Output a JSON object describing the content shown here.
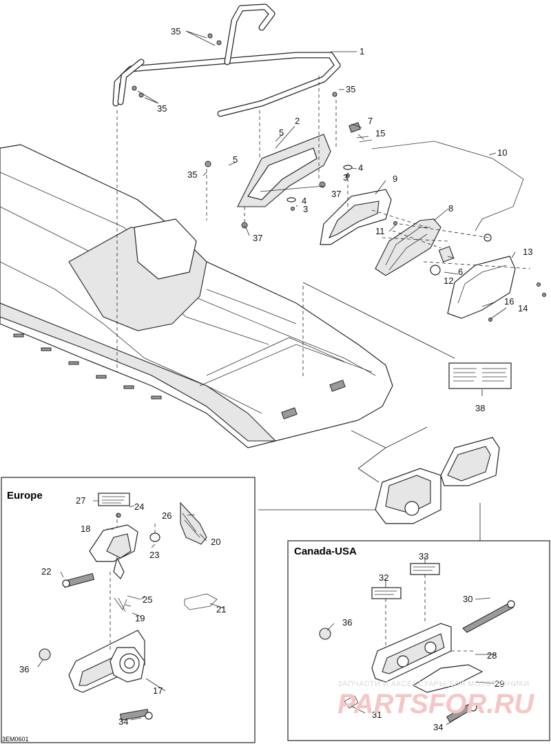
{
  "diagram": {
    "drawing_code": "3EM0601",
    "regions": [
      {
        "id": "europe",
        "title": "Europe"
      },
      {
        "id": "canada_usa",
        "title": "Canada-USA"
      }
    ],
    "callouts": [
      {
        "id": "c1",
        "label": "1"
      },
      {
        "id": "c2",
        "label": "2"
      },
      {
        "id": "c3a",
        "label": "3"
      },
      {
        "id": "c3b",
        "label": "3"
      },
      {
        "id": "c4a",
        "label": "4"
      },
      {
        "id": "c4b",
        "label": "4"
      },
      {
        "id": "c5a",
        "label": "5"
      },
      {
        "id": "c5b",
        "label": "5"
      },
      {
        "id": "c6",
        "label": "6"
      },
      {
        "id": "c7",
        "label": "7"
      },
      {
        "id": "c8",
        "label": "8"
      },
      {
        "id": "c9",
        "label": "9"
      },
      {
        "id": "c10",
        "label": "10"
      },
      {
        "id": "c11",
        "label": "11"
      },
      {
        "id": "c12",
        "label": "12"
      },
      {
        "id": "c13",
        "label": "13"
      },
      {
        "id": "c14",
        "label": "14"
      },
      {
        "id": "c15",
        "label": "15"
      },
      {
        "id": "c16",
        "label": "16"
      },
      {
        "id": "c17",
        "label": "17"
      },
      {
        "id": "c18",
        "label": "18"
      },
      {
        "id": "c19",
        "label": "19"
      },
      {
        "id": "c20",
        "label": "20"
      },
      {
        "id": "c21",
        "label": "21"
      },
      {
        "id": "c22",
        "label": "22"
      },
      {
        "id": "c23",
        "label": "23"
      },
      {
        "id": "c24",
        "label": "24"
      },
      {
        "id": "c25",
        "label": "25"
      },
      {
        "id": "c26",
        "label": "26"
      },
      {
        "id": "c27",
        "label": "27"
      },
      {
        "id": "c28",
        "label": "28"
      },
      {
        "id": "c29",
        "label": "29"
      },
      {
        "id": "c30",
        "label": "30"
      },
      {
        "id": "c31",
        "label": "31"
      },
      {
        "id": "c32",
        "label": "32"
      },
      {
        "id": "c33",
        "label": "33"
      },
      {
        "id": "c34a",
        "label": "34"
      },
      {
        "id": "c34b",
        "label": "34"
      },
      {
        "id": "c35a",
        "label": "35"
      },
      {
        "id": "c35b",
        "label": "35"
      },
      {
        "id": "c35c",
        "label": "35"
      },
      {
        "id": "c35d",
        "label": "35"
      },
      {
        "id": "c36a",
        "label": "36"
      },
      {
        "id": "c36b",
        "label": "36"
      },
      {
        "id": "c37a",
        "label": "37"
      },
      {
        "id": "c37b",
        "label": "37"
      },
      {
        "id": "c38",
        "label": "38"
      }
    ]
  },
  "watermark": {
    "caption": "ЗАПЧАСТИ И АКСЕССУАРЫ ДЛЯ МОТОТЕХНИКИ",
    "logo_text": "PARTSFOR.RU",
    "color": "#e8a0a0"
  }
}
